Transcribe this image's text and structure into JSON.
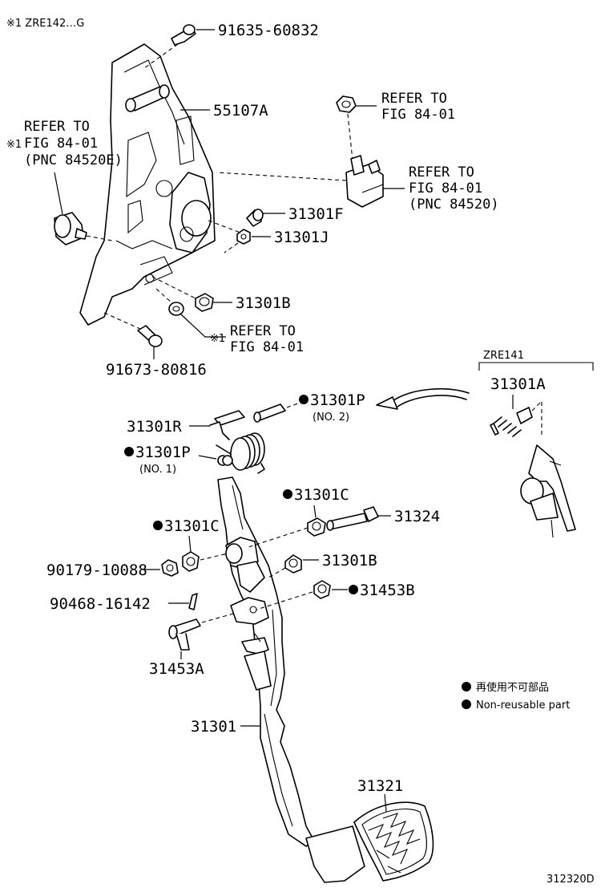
{
  "header": {
    "note": "※1 ZRE142…G"
  },
  "inset": {
    "title": "ZRE141"
  },
  "legend": {
    "jp": "再使用不可部品",
    "en": "Non-reusable part"
  },
  "footer": {
    "fig_code": "312320D"
  },
  "labels": {
    "p91635": "91635-60832",
    "p55107A": "55107A",
    "ref1_l1": "REFER TO",
    "ref1_l2": "FIG 84-01",
    "ref1_l3": "(PNC 84520E)",
    "ref1_mark": "※1",
    "ref2_l1": "REFER TO",
    "ref2_l2": "FIG 84-01",
    "ref3_l1": "REFER TO",
    "ref3_l2": "FIG 84-01",
    "ref3_l3": "(PNC 84520)",
    "ref4_l1": "REFER TO",
    "ref4_l2": "FIG 84-01",
    "ref4_mark": "※1",
    "p31301F": "31301F",
    "p31301J": "31301J",
    "p31301B_top": "31301B",
    "p91673": "91673-80816",
    "p31301A": "31301A",
    "p31301P_no2": "31301P",
    "p31301P_no2_sub": "(NO. 2)",
    "p31301R": "31301R",
    "p31301P_no1": "31301P",
    "p31301P_no1_sub": "(NO. 1)",
    "p31301C_a": "31301C",
    "p31324": "31324",
    "p31301C_b": "31301C",
    "p90179": "90179-10088",
    "p31301B_bot": "31301B",
    "p90468": "90468-16142",
    "p31453B": "31453B",
    "p31453A": "31453A",
    "p31301": "31301",
    "p31321": "31321"
  }
}
